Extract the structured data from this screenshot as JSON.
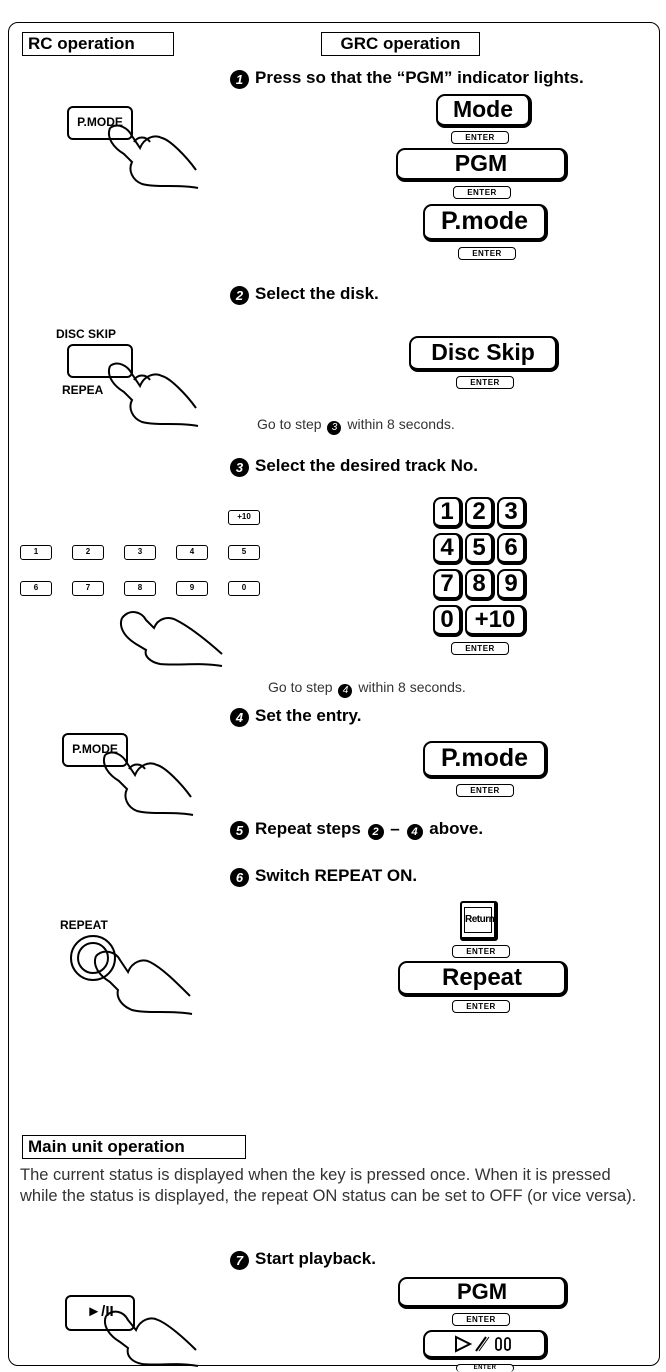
{
  "headers": {
    "rc": "RC operation",
    "grc": "GRC operation",
    "main_unit": "Main unit operation"
  },
  "steps": [
    {
      "num": "1",
      "text": "Press so that the “PGM” indicator lights."
    },
    {
      "num": "2",
      "text": "Select the disk."
    },
    {
      "num": "3",
      "text": "Select the desired track No."
    },
    {
      "num": "4",
      "text": "Set the entry."
    },
    {
      "num": "5",
      "text_a": "Repeat steps",
      "ref_a": "2",
      "dash": "–",
      "ref_b": "4",
      "text_b": "above."
    },
    {
      "num": "6",
      "text": "Switch REPEAT ON."
    },
    {
      "num": "7",
      "text": "Start playback."
    }
  ],
  "notes": {
    "goto3_pre": "Go to step",
    "goto3_ref": "3",
    "goto3_post": "within 8 seconds.",
    "goto4_pre": "Go to step",
    "goto4_ref": "4",
    "goto4_post": "within 8 seconds."
  },
  "grc_keys": {
    "mode": "Mode",
    "pgm": "PGM",
    "pmode": "P.mode",
    "disc_skip": "Disc Skip",
    "return": "Return",
    "repeat": "Repeat",
    "play_pause": "▷⁄⁄ 00",
    "enter": "ENTER",
    "numbers": [
      "1",
      "2",
      "3",
      "4",
      "5",
      "6",
      "7",
      "8",
      "9",
      "0",
      "+10"
    ]
  },
  "rc_keys": {
    "pmode": "P.MODE",
    "disc_skip_label": "DISC SKIP",
    "repeat_label_partial": "REPEA",
    "repeat_label": "REPEAT",
    "plus10": "+10",
    "row1": [
      "1",
      "2",
      "3",
      "4",
      "5"
    ],
    "row2": [
      "6",
      "7",
      "8",
      "9",
      "0"
    ],
    "play_pause": "►/II"
  },
  "main_unit_text": "The current status is displayed when the key is pressed once.  When it is pressed while the status is displayed, the repeat ON status can be set to OFF (or vice versa)."
}
